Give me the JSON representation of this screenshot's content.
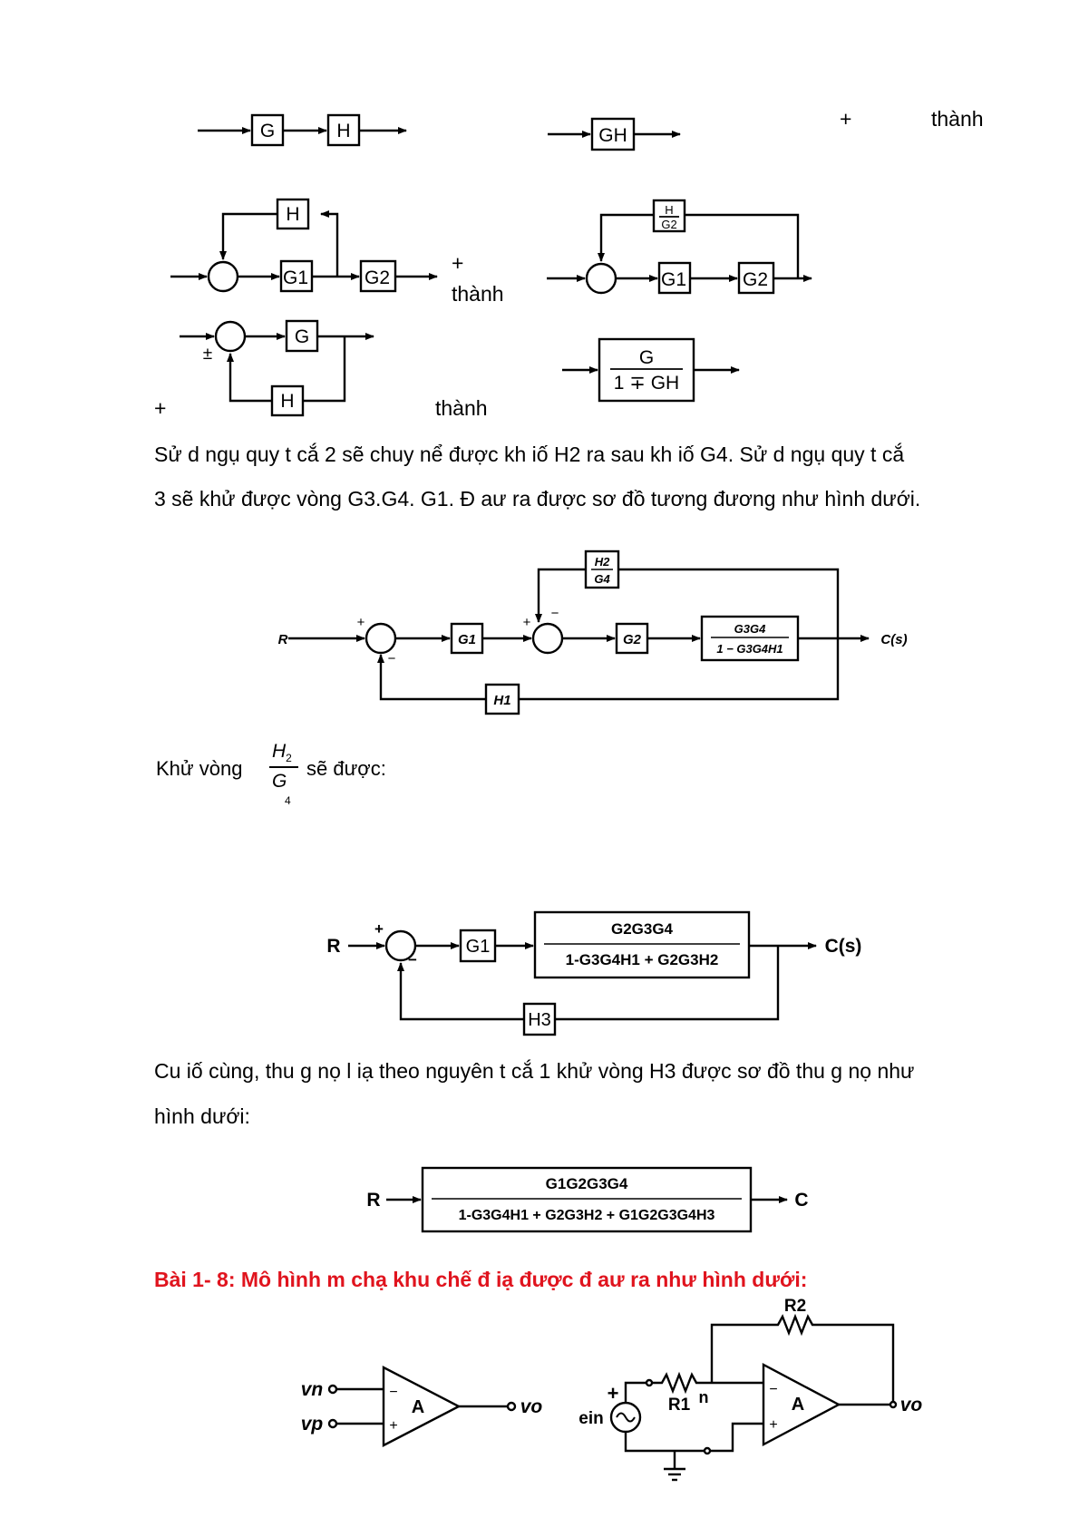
{
  "top_plus_1": "+",
  "top_thanh_1": "thành",
  "row2_plus": "+",
  "row2_thanh": "thành",
  "row3_plus": "+",
  "row3_thanh": "thành",
  "para1_line1": "Sử d ngụ   quy t cắ 2 sẽ chuy nể được kh iố H2 ra sau kh iố G4. Sử d ngụ     quy t cắ",
  "para1_line2": "3 sẽ khử được vòng G3.G4. G1. Đ aư ra được sơ đồ tương đương như hình dưới.",
  "khu_vong_label": "Khử vòng",
  "khu_vong_frac_num": "H",
  "khu_vong_frac_num_sub": "2",
  "khu_vong_frac_den": "G",
  "khu_vong_frac_den_sub": "4",
  "khu_vong_suffix": "sẽ được:",
  "para2_line1": "Cu iố cùng, thu g nọ l iạ theo nguyên t cắ 1 khử vòng  H3 được sơ đồ thu g nọ như",
  "para2_line2": "hình dưới:",
  "bai_heading": "Bài 1- 8: Mô hình m chạ khu chế đ iạ được đ aư ra như hình dưới:",
  "diagrams": {
    "d1": {
      "g": "G",
      "h": "H",
      "gh": "GH"
    },
    "d2": {
      "h": "H",
      "g1": "G1",
      "g2": "G2",
      "h_over": "H",
      "g2_under": "G2"
    },
    "d3": {
      "g": "G",
      "h": "H",
      "pm": "±",
      "num": "G",
      "den": "1 ∓ GH"
    },
    "d4": {
      "r": "R",
      "c": "C(s)",
      "g1": "G1",
      "g2": "G2",
      "h2": "H2",
      "g4": "G4",
      "h1": "H1",
      "num": "G3G4",
      "den": "1 − G3G4H1",
      "plus": "+",
      "minus": "−"
    },
    "d5": {
      "r": "R",
      "c": "C(s)",
      "g1": "G1",
      "h3": "H3",
      "num": "G2G3G4",
      "den": "1-G3G4H1 + G2G3H2"
    },
    "d6": {
      "r": "R",
      "c": "C",
      "num": "G1G2G3G4",
      "den": "1-G3G4H1 + G2G3H2 + G1G2G3G4H3"
    },
    "opamp": {
      "vn": "vn",
      "vp": "vp",
      "vo": "vo",
      "a": "A",
      "r1": "R1",
      "r2": "R2",
      "n": "n",
      "ein": "ein",
      "plus": "+",
      "minus": "−"
    }
  }
}
